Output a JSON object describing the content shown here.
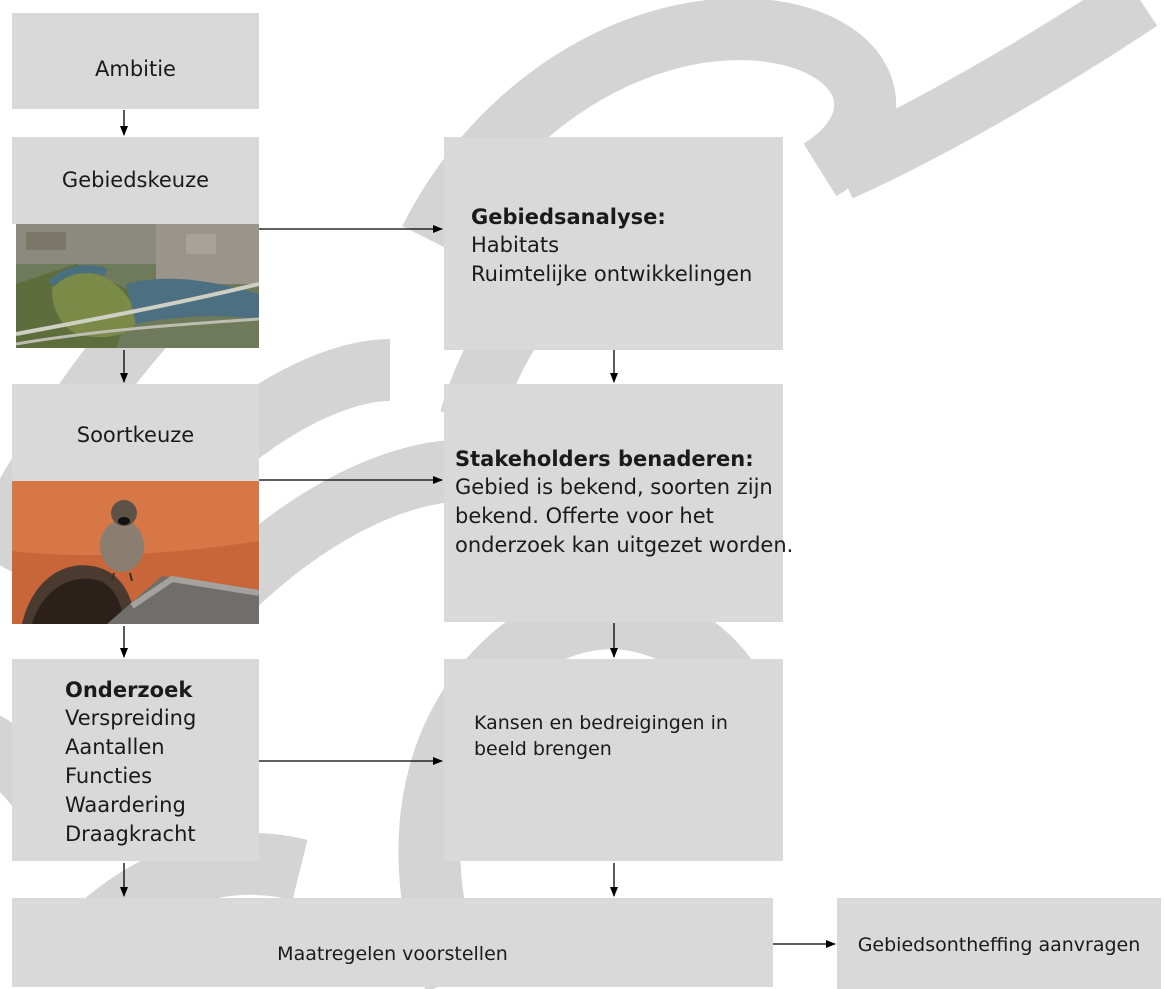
{
  "ambitie": "Ambitie",
  "gebiedskeuze": "Gebiedskeuze",
  "soortkeuze": "Soortkeuze",
  "onderzoek": {
    "title": "Onderzoek",
    "items": [
      "Verspreiding",
      "Aantallen",
      "Functies",
      "Waardering",
      "Draagkracht"
    ]
  },
  "gebiedsanalyse": {
    "title": "Gebiedsanalyse:",
    "items": [
      "Habitats",
      "Ruimtelijke ontwikkelingen"
    ]
  },
  "stakeholders": {
    "title": "Stakeholders benaderen:",
    "lines": [
      "Gebied is bekend, soorten zijn",
      "bekend. Offerte voor het",
      "onderzoek kan uitgezet worden."
    ]
  },
  "kansen": {
    "lines": [
      "Kansen en bedreigingen in",
      "beeld brengen"
    ]
  },
  "maatregelen": "Maatregelen voorstellen",
  "gebiedsontheffing": "Gebiedsontheffing aanvragen",
  "colors": {
    "box": "#d9d9d9",
    "watermark": "#d4d4d4",
    "arrow": "#000000"
  }
}
